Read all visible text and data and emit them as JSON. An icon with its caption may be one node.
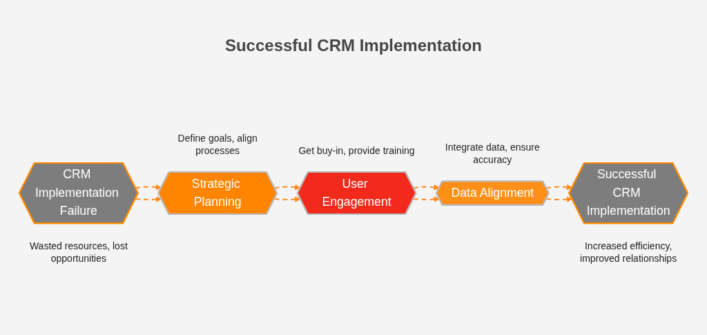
{
  "diagram": {
    "title": "Successful CRM Implementation",
    "nodes": [
      {
        "text": [
          "CRM Implementation Failure"
        ],
        "beside": [
          "Wasted resources, lost opportunities"
        ]
      },
      {
        "text": [
          "Strategic Planning"
        ],
        "beside": [
          "Define goals, align processes"
        ]
      },
      {
        "text": [
          "User Engagement"
        ],
        "beside": [
          "Get buy-in, provide training"
        ]
      },
      {
        "text": [
          "Data Alignment"
        ],
        "beside": [
          "Integrate data, ensure accuracy"
        ]
      },
      {
        "text": [
          "Successful CRM Implementation"
        ],
        "beside": [
          "Increased efficiency, improved relationships"
        ]
      }
    ],
    "edges": [
      {
        "from": 0,
        "to": 1,
        "arrow": "to",
        "style": "dashed"
      },
      {
        "from": 1,
        "to": 2,
        "arrow": "to",
        "style": "dashed"
      },
      {
        "from": 2,
        "to": 3,
        "arrow": "to",
        "style": "dashed"
      },
      {
        "from": 3,
        "to": 4,
        "arrow": "to",
        "style": "dashed"
      },
      {
        "from": 0,
        "to": 1,
        "arrow": "to",
        "style": "dashed"
      },
      {
        "from": 1,
        "to": 2,
        "arrow": "to",
        "style": "dashed"
      },
      {
        "from": 2,
        "to": 3,
        "arrow": "to",
        "style": "dashed"
      },
      {
        "from": 3,
        "to": 4,
        "arrow": "to",
        "style": "dashed"
      }
    ]
  }
}
